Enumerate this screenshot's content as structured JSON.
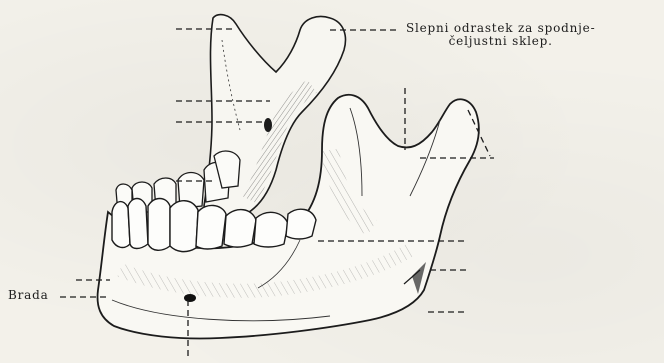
{
  "figure": {
    "labels": {
      "condylar_process_line1": "Slepni odrastek za spodnje-",
      "condylar_process_line2": "čeljustni sklep.",
      "chin": "Brada"
    },
    "colors": {
      "paper": "#f3f1ea",
      "ink": "#1c1c1c"
    }
  }
}
